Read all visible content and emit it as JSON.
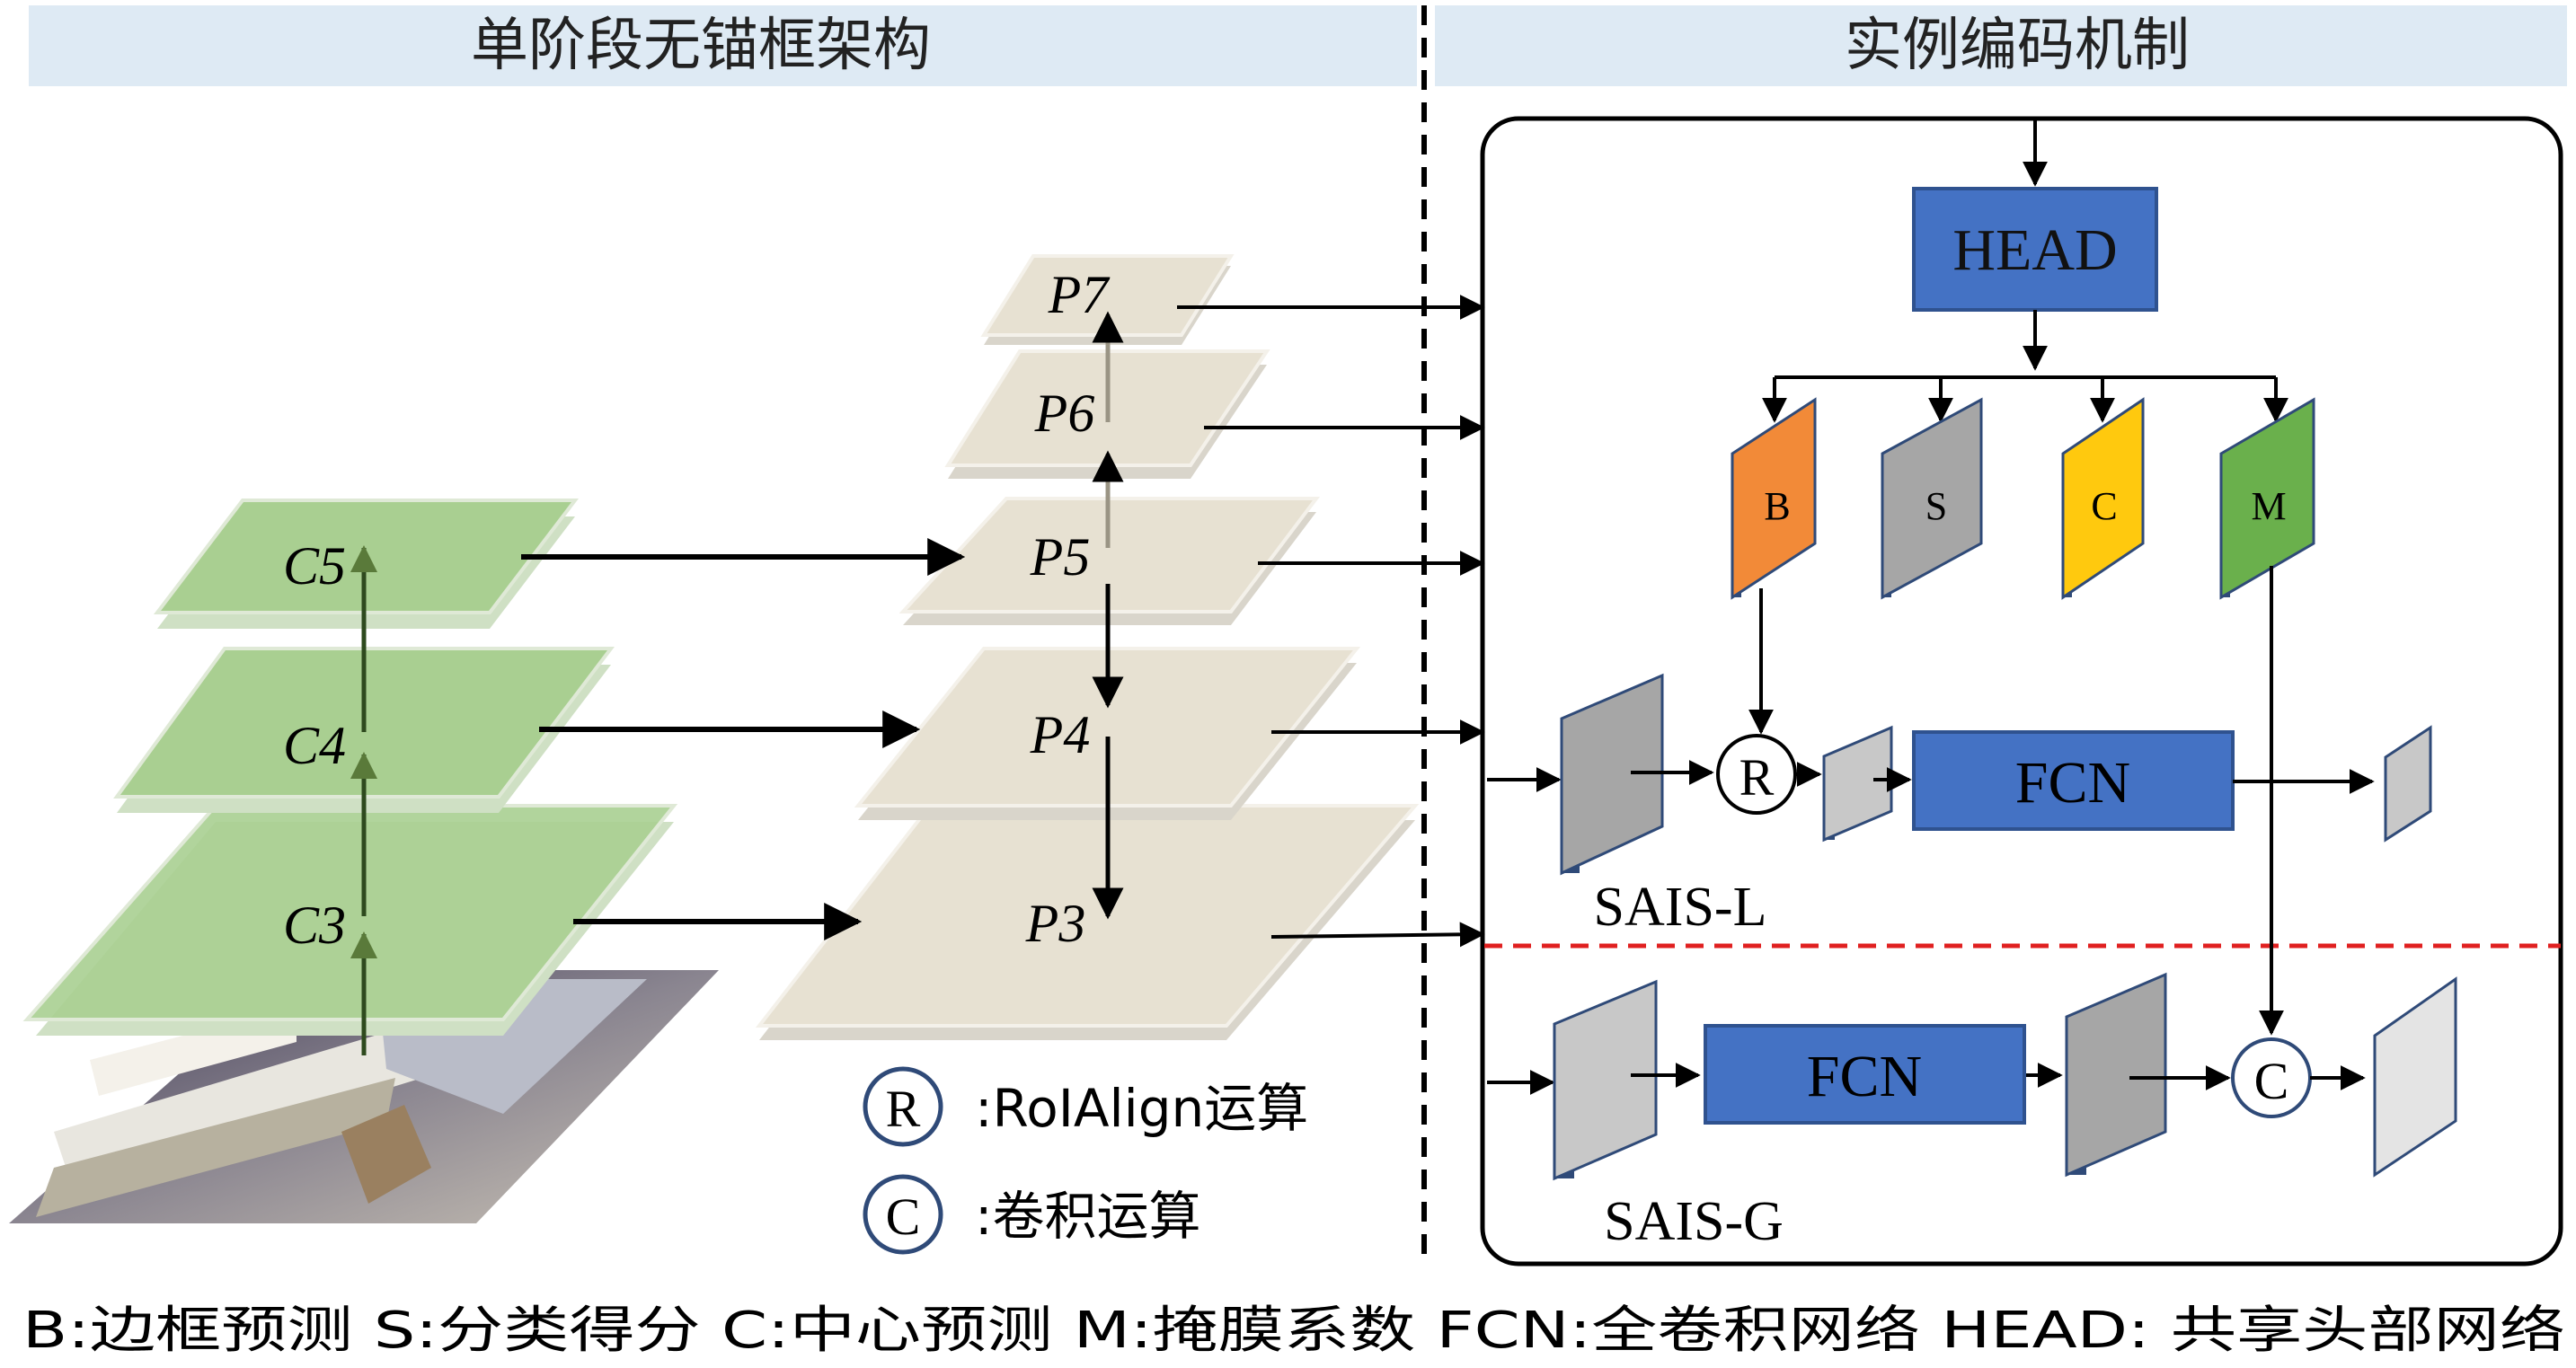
{
  "left_section": {
    "title": "单阶段无锚框架构"
  },
  "right_section": {
    "title": "实例编码机制"
  },
  "backbone": {
    "levels": [
      "C5",
      "C4",
      "C3"
    ]
  },
  "fpn": {
    "levels": [
      "P7",
      "P6",
      "P5",
      "P4",
      "P3"
    ]
  },
  "head": {
    "label": "HEAD"
  },
  "outputs": [
    {
      "label": "B",
      "color": "#f28a38"
    },
    {
      "label": "S",
      "color": "#a6a6a6"
    },
    {
      "label": "C",
      "color": "#ffc90e"
    },
    {
      "label": "M",
      "color": "#6ab04c"
    }
  ],
  "branches": {
    "local": {
      "name": "SAIS-L",
      "fcn_label": "FCN",
      "op": "R"
    },
    "global": {
      "name": "SAIS-G",
      "fcn_label": "FCN",
      "op": "C"
    }
  },
  "ops_legend": [
    {
      "symbol": "R",
      "text": ":RoIAlign运算"
    },
    {
      "symbol": "C",
      "text": ":卷积运算"
    }
  ],
  "footer": {
    "text": "B:边框预测  S:分类得分 C:中心预测 M:掩膜系数 FCN:全卷积网络 HEAD: 共享头部网络"
  },
  "colors": {
    "title_bar": "#deeaf4",
    "green_layer": "#a9cf91",
    "beige_layer": "#e7e1d2",
    "head_blue": "#4472c4",
    "feature_dark": "#2f4a78",
    "divider_red": "#e02020"
  }
}
